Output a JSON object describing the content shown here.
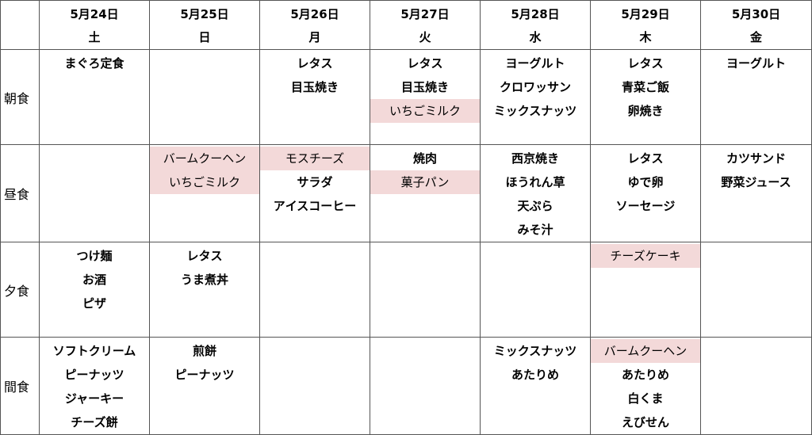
{
  "colors": {
    "highlight": "#f3d9d9",
    "border": "#555555"
  },
  "days": [
    {
      "date": "5月24日",
      "dow": "土"
    },
    {
      "date": "5月25日",
      "dow": "日"
    },
    {
      "date": "5月26日",
      "dow": "月"
    },
    {
      "date": "5月27日",
      "dow": "火"
    },
    {
      "date": "5月28日",
      "dow": "水"
    },
    {
      "date": "5月29日",
      "dow": "木"
    },
    {
      "date": "5月30日",
      "dow": "金"
    }
  ],
  "meals": [
    {
      "label": "朝食",
      "cells": [
        [
          {
            "text": "まぐろ定食",
            "hl": false
          }
        ],
        [],
        [
          {
            "text": "レタス",
            "hl": false
          },
          {
            "text": "目玉焼き",
            "hl": false
          }
        ],
        [
          {
            "text": "レタス",
            "hl": false
          },
          {
            "text": "目玉焼き",
            "hl": false
          },
          {
            "text": "いちごミルク",
            "hl": true
          }
        ],
        [
          {
            "text": "ヨーグルト",
            "hl": false
          },
          {
            "text": "クロワッサン",
            "hl": false
          },
          {
            "text": "ミックスナッツ",
            "hl": false
          }
        ],
        [
          {
            "text": "レタス",
            "hl": false
          },
          {
            "text": "青菜ご飯",
            "hl": false
          },
          {
            "text": "卵焼き",
            "hl": false
          }
        ],
        [
          {
            "text": "ヨーグルト",
            "hl": false
          }
        ]
      ]
    },
    {
      "label": "昼食",
      "cells": [
        [],
        [
          {
            "text": "バームクーヘン",
            "hl": true
          },
          {
            "text": "いちごミルク",
            "hl": true
          }
        ],
        [
          {
            "text": "モスチーズ",
            "hl": true
          },
          {
            "text": "サラダ",
            "hl": false
          },
          {
            "text": "アイスコーヒー",
            "hl": false
          }
        ],
        [
          {
            "text": "焼肉",
            "hl": false
          },
          {
            "text": "菓子パン",
            "hl": true
          }
        ],
        [
          {
            "text": "西京焼き",
            "hl": false
          },
          {
            "text": "ほうれん草",
            "hl": false
          },
          {
            "text": "天ぷら",
            "hl": false
          },
          {
            "text": "みそ汁",
            "hl": false
          }
        ],
        [
          {
            "text": "レタス",
            "hl": false
          },
          {
            "text": "ゆで卵",
            "hl": false
          },
          {
            "text": "ソーセージ",
            "hl": false
          }
        ],
        [
          {
            "text": "カツサンド",
            "hl": false
          },
          {
            "text": "野菜ジュース",
            "hl": false
          }
        ]
      ]
    },
    {
      "label": "夕食",
      "cells": [
        [
          {
            "text": "つけ麺",
            "hl": false
          },
          {
            "text": "お酒",
            "hl": false
          },
          {
            "text": "ピザ",
            "hl": false
          }
        ],
        [
          {
            "text": "レタス",
            "hl": false
          },
          {
            "text": "うま煮丼",
            "hl": false
          }
        ],
        [],
        [],
        [],
        [
          {
            "text": "チーズケーキ",
            "hl": true
          }
        ],
        []
      ]
    },
    {
      "label": "間食",
      "cells": [
        [
          {
            "text": "ソフトクリーム",
            "hl": false
          },
          {
            "text": "ピーナッツ",
            "hl": false
          },
          {
            "text": "ジャーキー",
            "hl": false
          },
          {
            "text": "チーズ餅",
            "hl": false
          }
        ],
        [
          {
            "text": "煎餅",
            "hl": false
          },
          {
            "text": "ピーナッツ",
            "hl": false
          }
        ],
        [],
        [],
        [
          {
            "text": "ミックスナッツ",
            "hl": false
          },
          {
            "text": "あたりめ",
            "hl": false
          }
        ],
        [
          {
            "text": "バームクーヘン",
            "hl": true
          },
          {
            "text": "あたりめ",
            "hl": false
          },
          {
            "text": "白くま",
            "hl": false
          },
          {
            "text": "えびせん",
            "hl": false
          }
        ],
        []
      ]
    }
  ]
}
